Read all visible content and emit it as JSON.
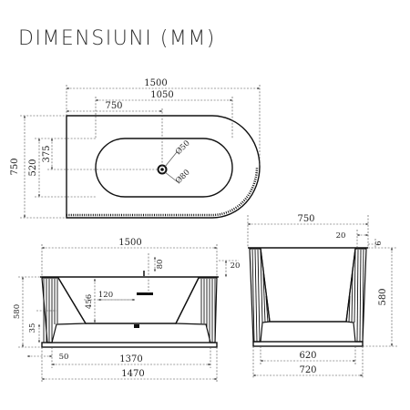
{
  "title": "DIMENSIUNI (MM)",
  "top_view": {
    "overall_length": "1500",
    "basin_length": "1050",
    "half_length": "750",
    "overall_width": "750",
    "basin_width": "520",
    "drain_offset": "375",
    "drain_diameter": "Ø50",
    "overflow_diameter": "Ø80"
  },
  "front_view": {
    "overall_length": "1500",
    "overflow_height": "80",
    "rim_thickness": "20",
    "overflow_offset": "120",
    "inner_depth": "456",
    "overall_height": "580",
    "base_height": "35",
    "base_inset": "50",
    "base_inner_length": "1370",
    "base_length": "1470"
  },
  "side_view": {
    "overall_width": "750",
    "rim_thickness": "20",
    "top_gap": "6",
    "overall_height": "580",
    "base_inner_width": "620",
    "base_width": "720"
  },
  "colors": {
    "outline": "#111111",
    "dimension": "#444444",
    "text": "#222222"
  }
}
